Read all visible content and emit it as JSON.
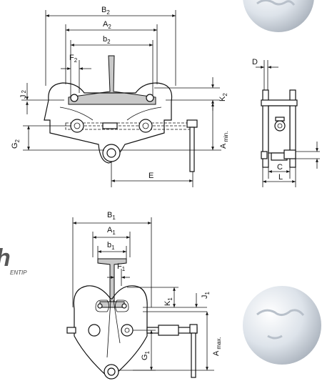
{
  "labels": {
    "b2_main": "B",
    "b2_sub": "2",
    "a2_main": "A",
    "a2_sub": "2",
    "sb2_main": "b",
    "sb2_sub": "2",
    "f2_main": "F",
    "f2_sub": "2",
    "j2_main": "J",
    "j2_sub": "2",
    "k2_main": "K",
    "k2_sub": "2",
    "g2_main": "G",
    "g2_sub": "2",
    "amin_main": "A",
    "amin_sub": "min.",
    "e": "E",
    "d": "D",
    "c": "C",
    "l": "L",
    "b1_main": "B",
    "b1_sub": "1",
    "a1_main": "A",
    "a1_sub": "1",
    "sb1_main": "b",
    "sb1_sub": "1",
    "f1_main": "F",
    "f1_sub": "1",
    "j1_main": "J",
    "j1_sub": "1",
    "k1_main": "K",
    "k1_sub": "1",
    "g1_main": "G",
    "g1_sub": "1",
    "amax_main": "A",
    "amax_sub": "max."
  },
  "colors": {
    "line": "#111111",
    "beam_fill": "#c9c9c9",
    "globe_fill": "#dde3ea",
    "watermark": "#b9c4e0"
  },
  "icons": [
    "globe-icon",
    "globe-icon",
    "watermark-logo"
  ]
}
